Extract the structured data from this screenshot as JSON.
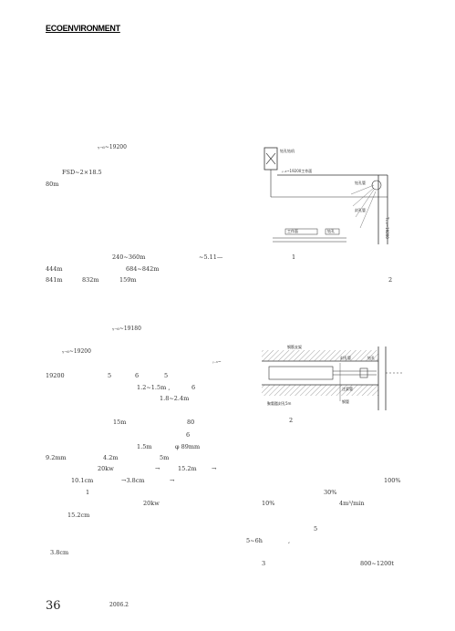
{
  "header": {
    "brand": "ECOENVIRONMENT"
  },
  "left_column": {
    "l01": "ᵧ₋₆~19200",
    "l02": "FSD~2×18.5",
    "l03": "80m",
    "l04": "240~360m",
    "l05": "~5.11—",
    "l06": "444m",
    "l07": "684~842m",
    "l08": "841m",
    "l09": "832m",
    "l10": "159m",
    "l11": "ᵧ₋₆~19180",
    "l12": "ᵧ₋₆~19200",
    "l13": "ᵧ₋₆~",
    "l14": "19200",
    "l15": "5",
    "l16": "6",
    "l17": "5",
    "l18": "1.2~1.5m ,",
    "l19": "6",
    "l20": "1.8~2.4m",
    "l21": "15m",
    "l22": "80",
    "l23": "6",
    "l24": "1.5m",
    "l25": "φ 89mm",
    "l26": "9.2mm",
    "l27": "4.2m",
    "l28": "5m",
    "l29": "20kw",
    "l30": "→",
    "l31": "15.2m",
    "l32": "→",
    "l33": "10.1cm",
    "l34": "→3.8cm",
    "l35": "→",
    "l36": "1",
    "l37": "20kw",
    "l38": "15.2cm",
    "l39": "3.8cm"
  },
  "right_column": {
    "r01": "100%",
    "r02": "30%",
    "r03": "10%",
    "r04": "4m³/min",
    "r05": "5",
    "r06": "5~6h",
    "r07": ",",
    "r08": "3",
    "r09": "800~1200t"
  },
  "figure1": {
    "caption": "1",
    "labels": {
      "a": "钻孔钻机",
      "b": "ᵧ₋₆~19200工作面",
      "c": "钻孔管",
      "d": "封孔管",
      "e": "工作面",
      "f": "钻孔",
      "g": "T₁₋₆~19200"
    }
  },
  "figure2": {
    "caption": "2",
    "labels": {
      "a": "钢筋支架",
      "b": "封孔管",
      "c": "钻孔",
      "d": "注浆管",
      "e": "钢管",
      "f": "聚氨酯封孔5m"
    }
  },
  "figure_caption_top": "2",
  "footer": {
    "page_number": "36",
    "date": "2006.2"
  }
}
